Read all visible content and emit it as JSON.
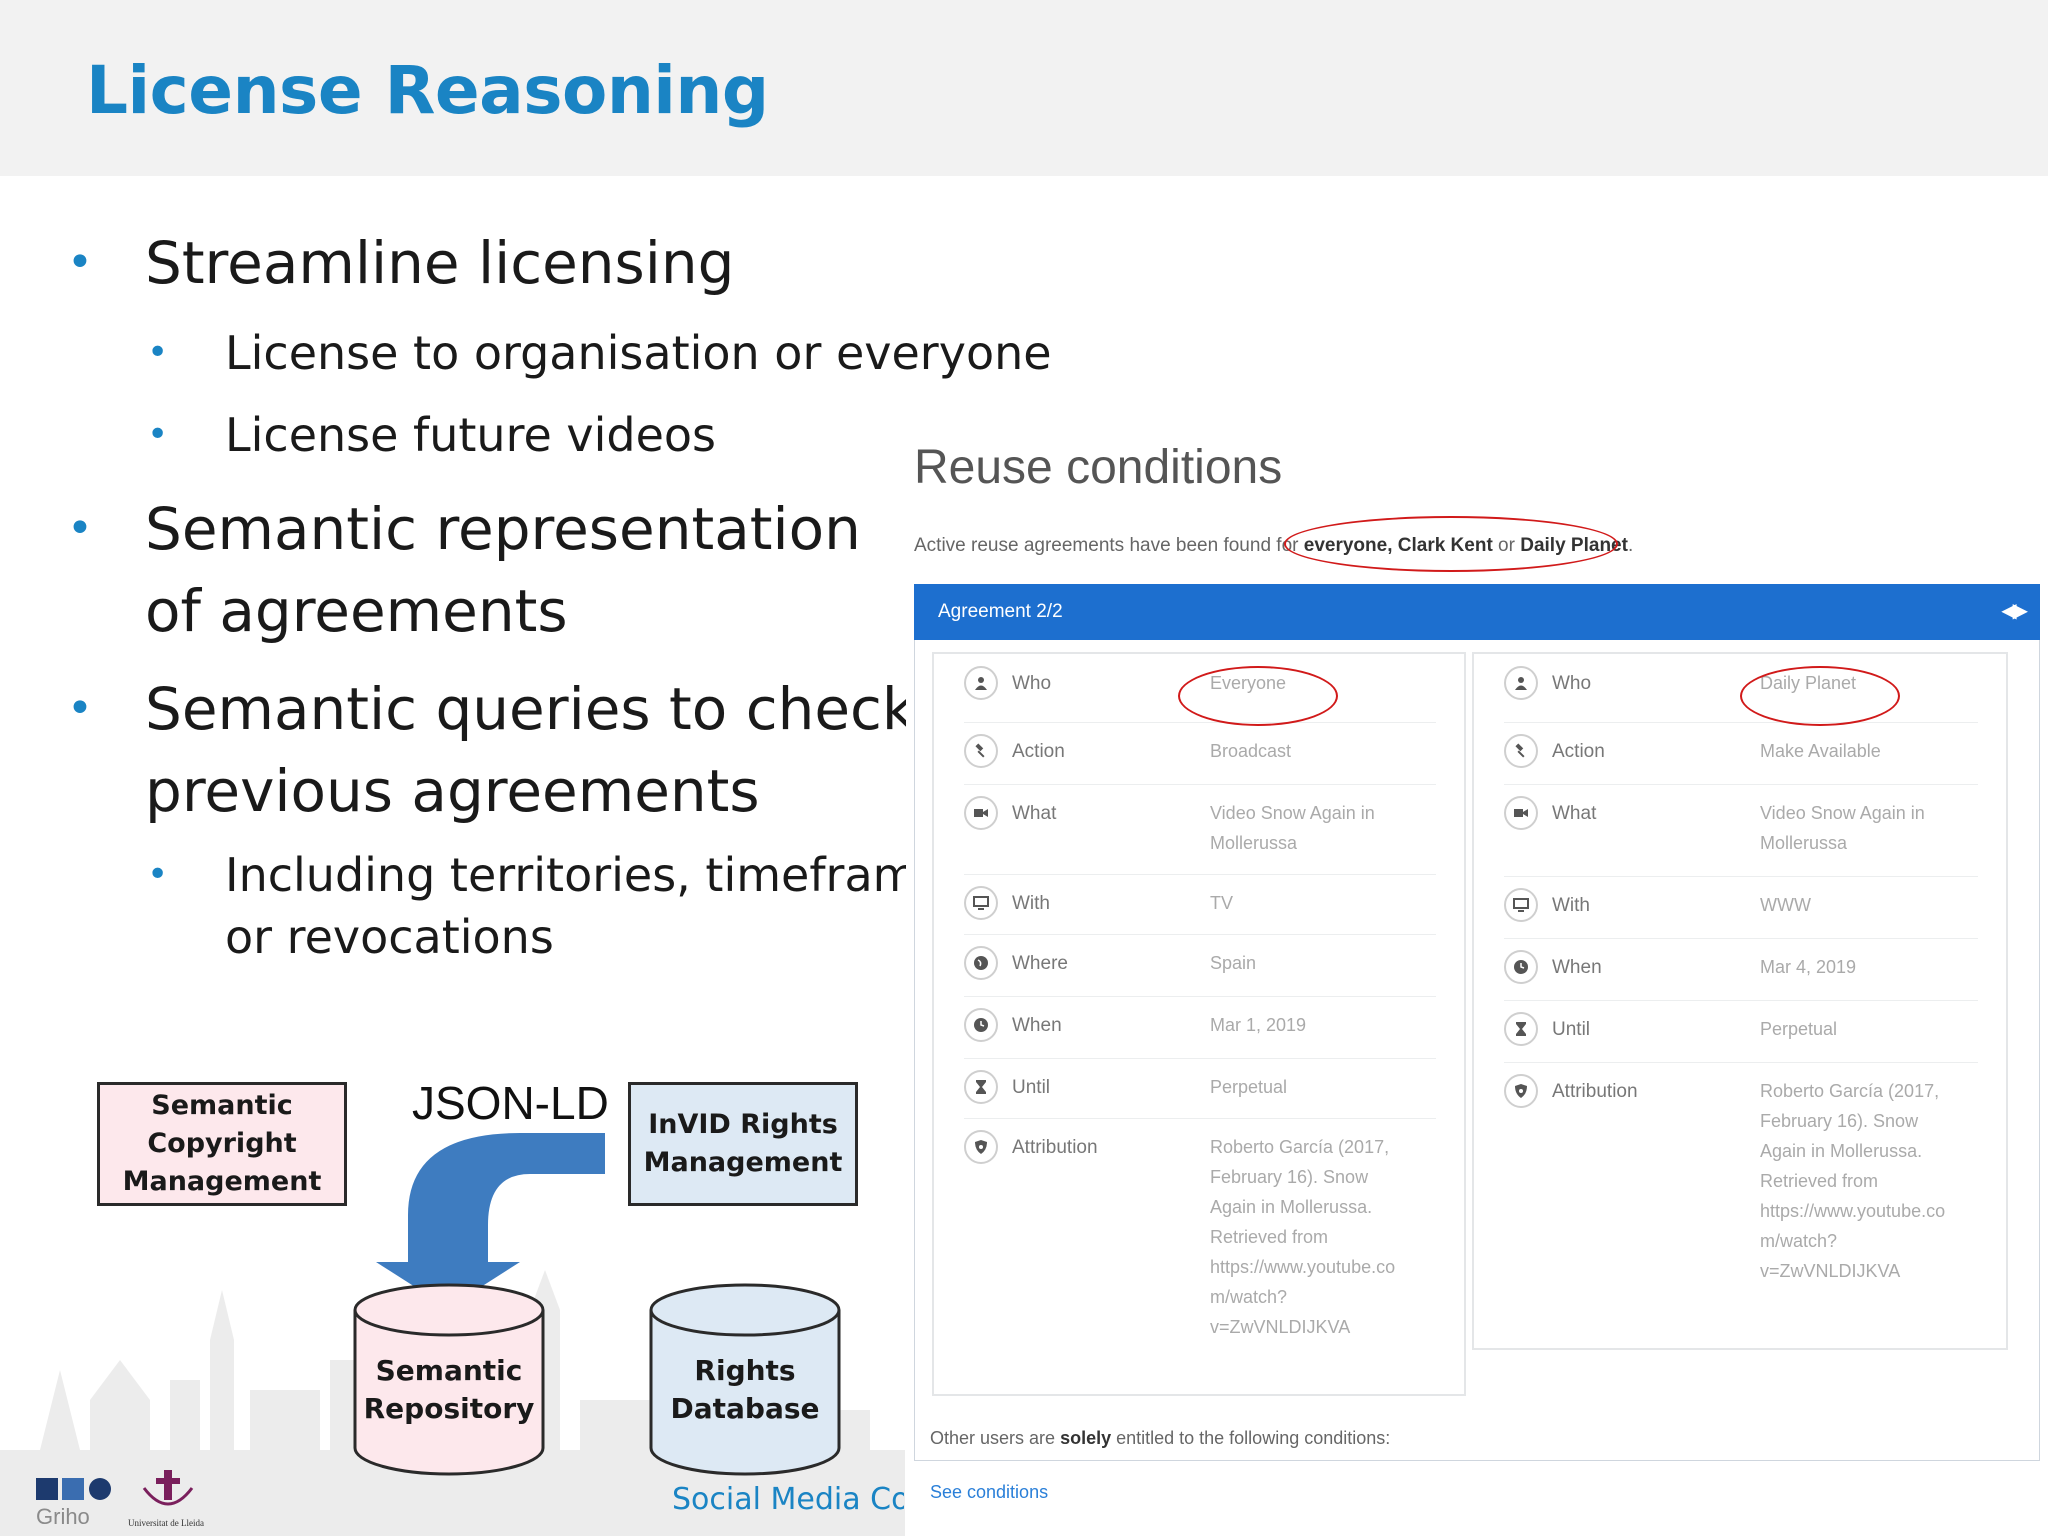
{
  "slide": {
    "title": "License Reasoning",
    "footer_text": "Social Media Copyright Management"
  },
  "bullets": {
    "b1": "Streamline licensing",
    "b1_1": "License to organisation or everyone",
    "b1_2": "License future videos",
    "b2_line1": "Semantic representation",
    "b2_line2": "of agreements",
    "b3_line1": "Semantic queries to check",
    "b3_line2": "previous agreements",
    "b3_1_line1": "Including territories, timeframes",
    "b3_1_line2": "or revocations"
  },
  "diagram": {
    "semantic_copyright_label": "Semantic\nCopyright\nManagement",
    "json_ld_label": "JSON-LD",
    "invid_label": "InVID Rights\nManagement",
    "semantic_repo_label": "Semantic\nRepository",
    "rights_db_label": "Rights\nDatabase",
    "arrow_color": "#3e7cc0",
    "pink_fill": "#fde8ec",
    "blue_fill": "#dde9f4"
  },
  "logos": {
    "griho": "Griho",
    "udl": "Universitat de Lleida"
  },
  "screenshot": {
    "title": "Reuse conditions",
    "active_prefix": "Active reuse agreements have been found for ",
    "active_bold": "everyone, Clark Kent",
    "active_or": " or ",
    "active_bold2": "Daily Planet",
    "active_end": ".",
    "agreement_label": "Agreement 2/2",
    "nav_symbol": "◀▶",
    "header_color": "#1d6fcf",
    "left": {
      "rows": [
        {
          "icon": "person-icon",
          "key": "Who",
          "value": "Everyone"
        },
        {
          "icon": "gavel-icon",
          "key": "Action",
          "value": "Broadcast"
        },
        {
          "icon": "video-icon",
          "key": "What",
          "value": "Video Snow Again in\nMollerussa"
        },
        {
          "icon": "monitor-icon",
          "key": "With",
          "value": "TV"
        },
        {
          "icon": "globe-icon",
          "key": "Where",
          "value": "Spain"
        },
        {
          "icon": "clock-icon",
          "key": "When",
          "value": "Mar 1, 2019"
        },
        {
          "icon": "hourglass-icon",
          "key": "Until",
          "value": "Perpetual"
        },
        {
          "icon": "shield-icon",
          "key": "Attribution",
          "value": "Roberto García (2017,\nFebruary 16). Snow\nAgain in Mollerussa.\nRetrieved from\nhttps://www.youtube.co\nm/watch?\nv=ZwVNLDIJKVA"
        }
      ]
    },
    "right": {
      "rows": [
        {
          "icon": "person-icon",
          "key": "Who",
          "value": "Daily Planet"
        },
        {
          "icon": "gavel-icon",
          "key": "Action",
          "value": "Make Available"
        },
        {
          "icon": "video-icon",
          "key": "What",
          "value": "Video Snow Again in\nMollerussa"
        },
        {
          "icon": "monitor-icon",
          "key": "With",
          "value": "WWW"
        },
        {
          "icon": "clock-icon",
          "key": "When",
          "value": "Mar 4, 2019"
        },
        {
          "icon": "hourglass-icon",
          "key": "Until",
          "value": "Perpetual"
        },
        {
          "icon": "shield-icon",
          "key": "Attribution",
          "value": "Roberto García (2017,\nFebruary 16). Snow\nAgain in Mollerussa.\nRetrieved from\nhttps://www.youtube.co\nm/watch?\nv=ZwVNLDIJKVA"
        }
      ]
    },
    "other_prefix": "Other users are ",
    "other_bold": "solely",
    "other_suffix": " entitled to the following conditions:",
    "see_conditions": "See conditions",
    "highlight_color": "#d11a1a"
  }
}
